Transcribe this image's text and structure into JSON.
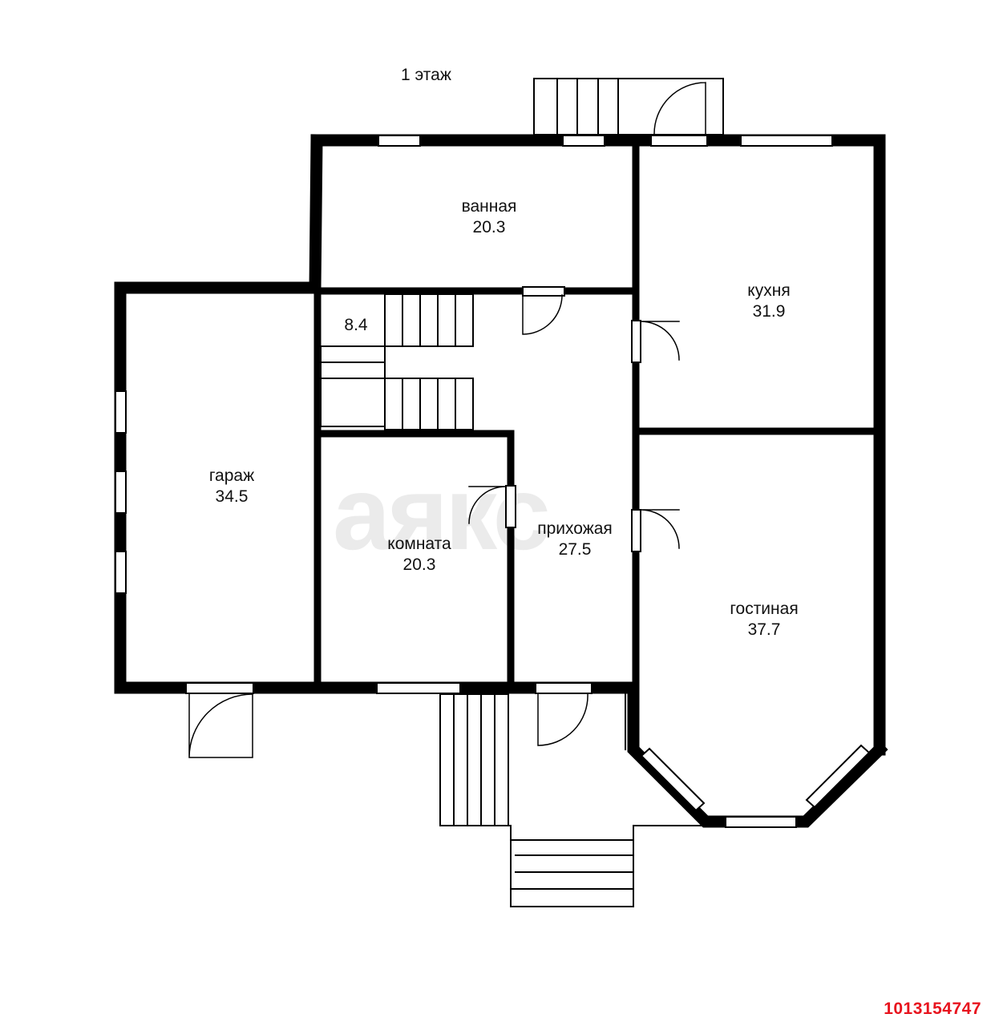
{
  "floor_title": "1 этаж",
  "watermark": "аякс",
  "listing_id": "1013154747",
  "colors": {
    "wall": "#000000",
    "background": "#ffffff",
    "watermark": "#ebebeb",
    "listing_id": "#e8141e"
  },
  "rooms": [
    {
      "id": "bathroom",
      "name": "ванная",
      "area": "20.3"
    },
    {
      "id": "kitchen",
      "name": "кухня",
      "area": "31.9"
    },
    {
      "id": "garage",
      "name": "гараж",
      "area": "34.5"
    },
    {
      "id": "storage",
      "name": "",
      "area": "8.4"
    },
    {
      "id": "room",
      "name": "комната",
      "area": "20.3"
    },
    {
      "id": "hallway",
      "name": "прихожая",
      "area": "27.5"
    },
    {
      "id": "living",
      "name": "гостиная",
      "area": "37.7"
    }
  ]
}
